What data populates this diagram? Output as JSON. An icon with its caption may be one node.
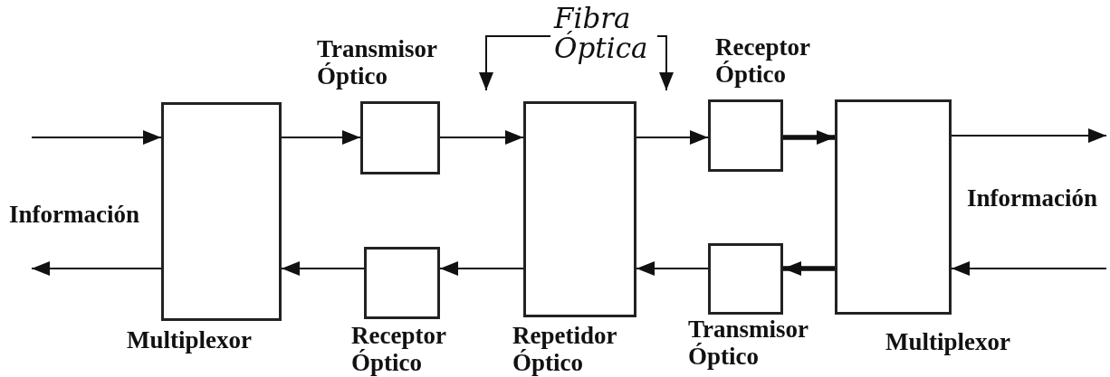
{
  "diagram": {
    "nodes": [
      {
        "text": [
          "Multiplexor"
        ]
      },
      {
        "text": [
          "Transmisor Óptico"
        ]
      },
      {
        "text": [
          "Receptor Óptico"
        ]
      },
      {
        "text": [
          "Fibra Óptica"
        ]
      },
      {
        "text": [
          "Repetidor Óptico"
        ]
      },
      {
        "text": [
          "Receptor Óptico"
        ]
      },
      {
        "text": [
          "Transmisor Óptico"
        ]
      },
      {
        "text": [
          "Multiplexor"
        ]
      }
    ],
    "edges": [
      {
        "from": null,
        "to": 0,
        "arrow": "to"
      },
      {
        "from": 0,
        "to": null,
        "arrow": "to"
      },
      {
        "from": 0,
        "to": 1,
        "arrow": "to"
      },
      {
        "from": 1,
        "to": 4,
        "arrow": "to"
      },
      {
        "from": 4,
        "to": 5,
        "arrow": "to"
      },
      {
        "from": 5,
        "to": 7,
        "arrow": "to",
        "style": "thick"
      },
      {
        "from": 7,
        "to": null,
        "arrow": "to"
      },
      {
        "from": null,
        "to": 7,
        "arrow": "to"
      },
      {
        "from": 7,
        "to": 6,
        "arrow": "to",
        "style": "thick"
      },
      {
        "from": 6,
        "to": 4,
        "arrow": "to"
      },
      {
        "from": 4,
        "to": 2,
        "arrow": "to"
      },
      {
        "from": 2,
        "to": 0,
        "arrow": "to"
      },
      {
        "from": 3,
        "to": null,
        "arrow": "to"
      },
      {
        "from": 3,
        "to": null,
        "arrow": "to"
      }
    ],
    "labels": [
      "Información",
      "Información"
    ]
  }
}
